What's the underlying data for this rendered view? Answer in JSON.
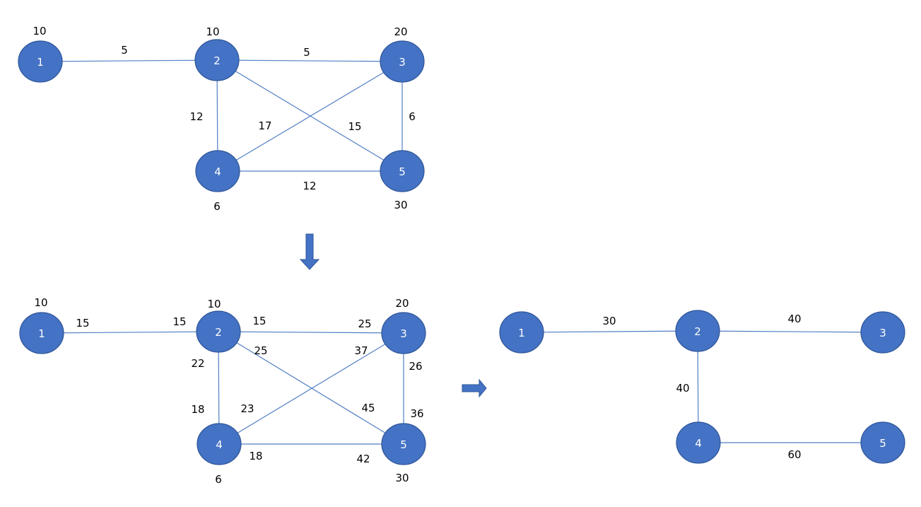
{
  "colors": {
    "node_fill": "#4472c4",
    "node_text": "#ffffff",
    "edge": "#4f7fc2",
    "arrow": "#4472c4"
  },
  "graphs": [
    {
      "nodes": [
        {
          "id": "1",
          "label": "1",
          "weight": "10"
        },
        {
          "id": "2",
          "label": "2",
          "weight": "10"
        },
        {
          "id": "3",
          "label": "3",
          "weight": "20"
        },
        {
          "id": "4",
          "label": "4",
          "weight": "6"
        },
        {
          "id": "5",
          "label": "5",
          "weight": "30"
        }
      ],
      "edges": [
        {
          "from": "1",
          "to": "2",
          "labels": [
            "5"
          ]
        },
        {
          "from": "2",
          "to": "3",
          "labels": [
            "5"
          ]
        },
        {
          "from": "2",
          "to": "4",
          "labels": [
            "12"
          ]
        },
        {
          "from": "3",
          "to": "4",
          "labels": [
            "17"
          ]
        },
        {
          "from": "2",
          "to": "5",
          "labels": [
            "15"
          ]
        },
        {
          "from": "3",
          "to": "5",
          "labels": [
            "6"
          ]
        },
        {
          "from": "4",
          "to": "5",
          "labels": [
            "12"
          ]
        }
      ]
    },
    {
      "nodes": [
        {
          "id": "1",
          "label": "1",
          "weight": "10"
        },
        {
          "id": "2",
          "label": "2",
          "weight": "10"
        },
        {
          "id": "3",
          "label": "3",
          "weight": "20"
        },
        {
          "id": "4",
          "label": "4",
          "weight": "6"
        },
        {
          "id": "5",
          "label": "5",
          "weight": "30"
        }
      ],
      "edges": [
        {
          "from": "1",
          "to": "2",
          "labels": [
            "15",
            "15"
          ]
        },
        {
          "from": "2",
          "to": "3",
          "labels": [
            "15",
            "25"
          ]
        },
        {
          "from": "2",
          "to": "4",
          "labels": [
            "22",
            "18"
          ]
        },
        {
          "from": "3",
          "to": "4",
          "labels": [
            "37",
            "23"
          ]
        },
        {
          "from": "2",
          "to": "5",
          "labels": [
            "25",
            "45"
          ]
        },
        {
          "from": "3",
          "to": "5",
          "labels": [
            "26",
            "36"
          ]
        },
        {
          "from": "4",
          "to": "5",
          "labels": [
            "18",
            "42"
          ]
        }
      ]
    },
    {
      "nodes": [
        {
          "id": "1",
          "label": "1"
        },
        {
          "id": "2",
          "label": "2"
        },
        {
          "id": "3",
          "label": "3"
        },
        {
          "id": "4",
          "label": "4"
        },
        {
          "id": "5",
          "label": "5"
        }
      ],
      "edges": [
        {
          "from": "1",
          "to": "2",
          "labels": [
            "30"
          ]
        },
        {
          "from": "2",
          "to": "3",
          "labels": [
            "40"
          ]
        },
        {
          "from": "2",
          "to": "4",
          "labels": [
            "40"
          ]
        },
        {
          "from": "4",
          "to": "5",
          "labels": [
            "60"
          ]
        }
      ]
    }
  ]
}
